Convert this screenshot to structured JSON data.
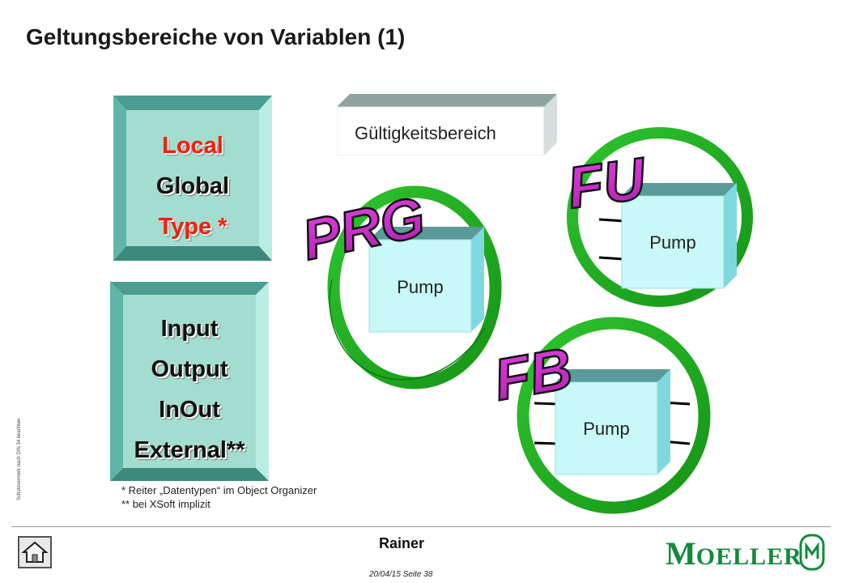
{
  "title": "Geltungsbereiche von Variablen (1)",
  "scope_box_1": {
    "items": [
      {
        "label": "Local",
        "color": "#ff1a00"
      },
      {
        "label": "Global",
        "color": "#111111"
      },
      {
        "label": "Type *",
        "color": "#ff1a00"
      }
    ]
  },
  "scope_box_2": {
    "items": [
      {
        "label": "Input"
      },
      {
        "label": "Output"
      },
      {
        "label": "InOut"
      },
      {
        "label": "External**"
      }
    ]
  },
  "validity_label": "Gültigkeitsbereich",
  "rings": [
    {
      "label": "PRG",
      "pump": "Pump"
    },
    {
      "label": "FU",
      "pump": "Pump"
    },
    {
      "label": "FB",
      "pump": "Pump"
    }
  ],
  "footnotes": {
    "one": "*  Reiter „Datentypen“ im Object Organizer",
    "two": "** bei XSoft implizit"
  },
  "side_note": "Schutzvermerk nach DIN 34 beachten",
  "footer": {
    "author": "Rainer",
    "date": "20/04/15 Seite 38",
    "home_icon": "home-icon"
  },
  "logo": {
    "text_big": "M",
    "text_rest": "OELLER"
  },
  "colors": {
    "ring_green": "#22b022",
    "scope_face": "#a3ddd0",
    "scope_frame": "#4fa89a",
    "pump_face": "#c8f8f8",
    "logo_green": "#138a3c"
  }
}
